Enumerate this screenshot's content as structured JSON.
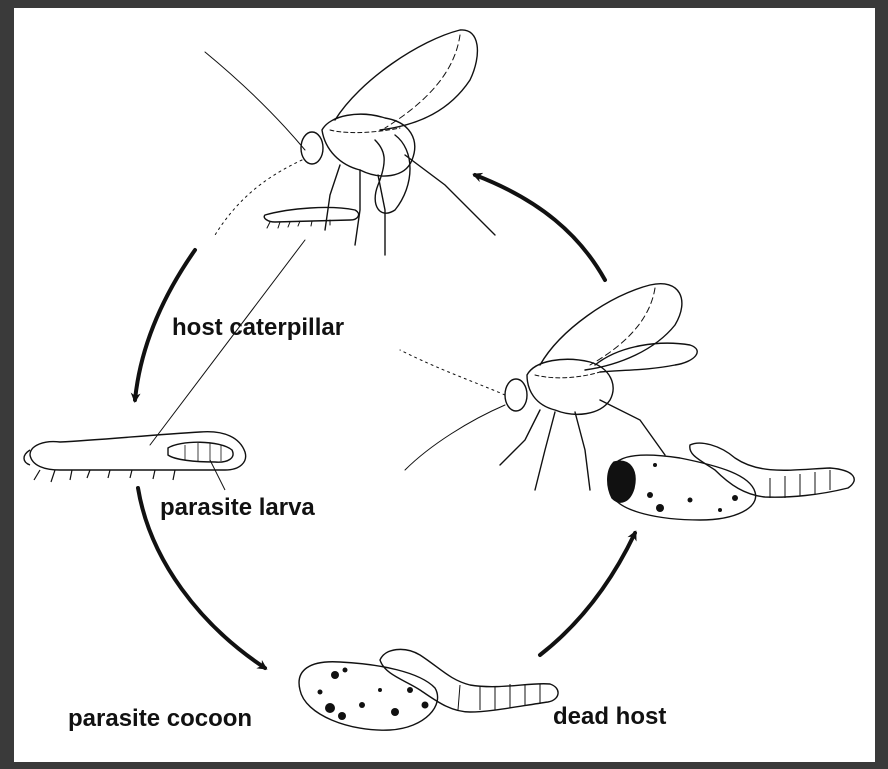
{
  "labels": {
    "host_caterpillar": "host caterpillar",
    "parasite_larva": "parasite larva",
    "parasite_cocoon": "parasite cocoon",
    "dead_host": "dead host"
  },
  "colors": {
    "frame": "#3a3a3a",
    "background": "#ffffff",
    "ink": "#111111"
  }
}
